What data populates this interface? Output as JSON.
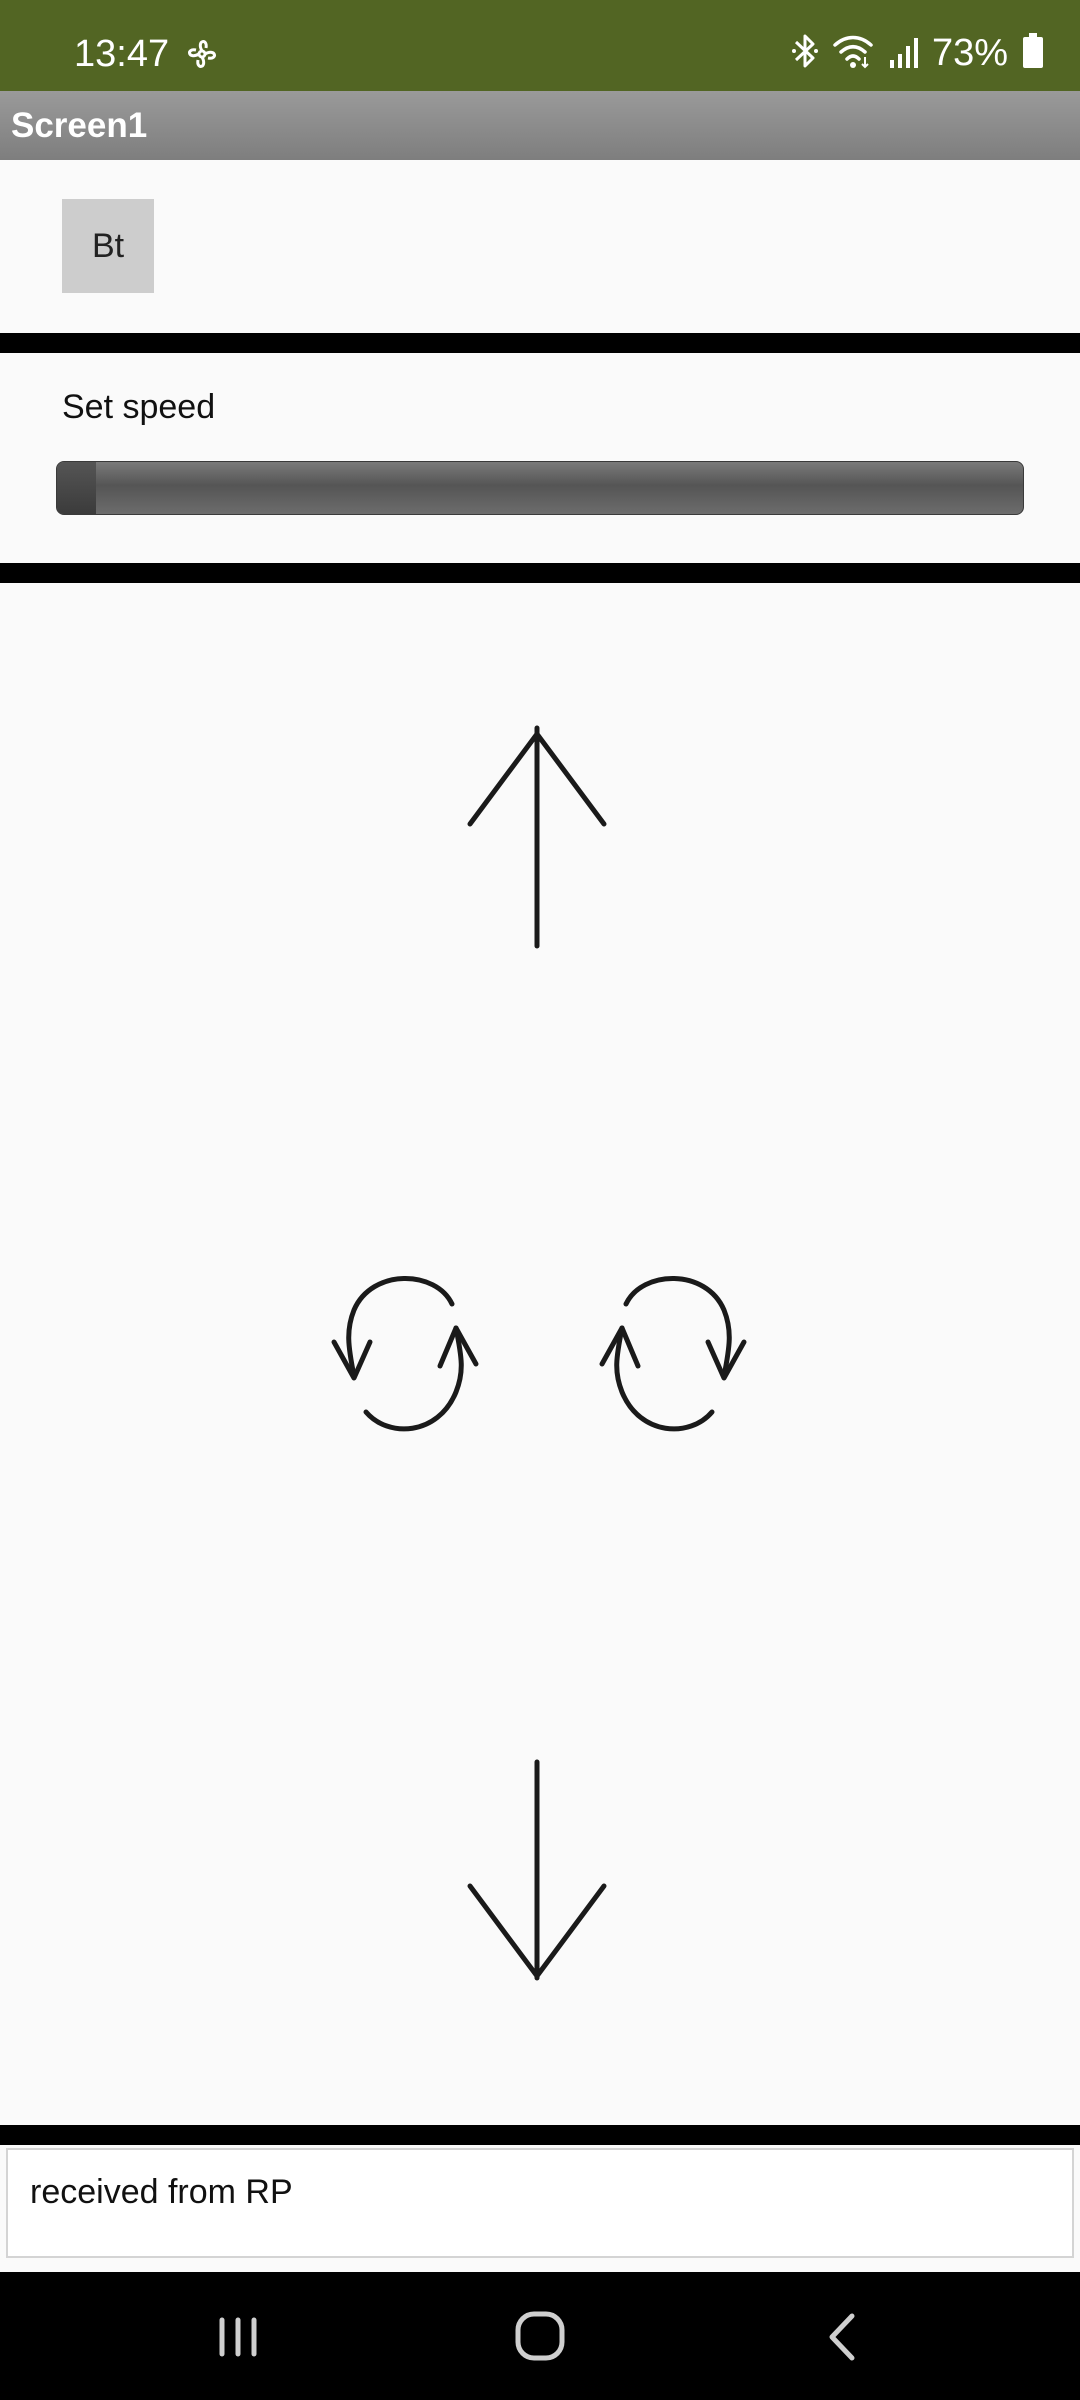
{
  "status_bar": {
    "time": "13:47",
    "battery_percent": "73%",
    "battery_level": 0.73,
    "left_icon": "pinwheel-icon",
    "right_icons": [
      "bluetooth-icon",
      "wifi-icon",
      "signal-icon",
      "battery-icon"
    ],
    "background_color": "#526523"
  },
  "title_bar": {
    "title": "Screen1"
  },
  "bt_button": {
    "label": "Bt"
  },
  "speed": {
    "label": "Set speed",
    "value": 0.04
  },
  "controls": {
    "forward": "arrow-up-icon",
    "rotate_left": "rotate-left-icon",
    "rotate_right": "rotate-right-icon",
    "backward": "arrow-down-icon"
  },
  "received": {
    "text": "received from RP"
  },
  "nav_bar": {
    "recents": "recents-icon",
    "home": "home-icon",
    "back": "back-icon"
  }
}
